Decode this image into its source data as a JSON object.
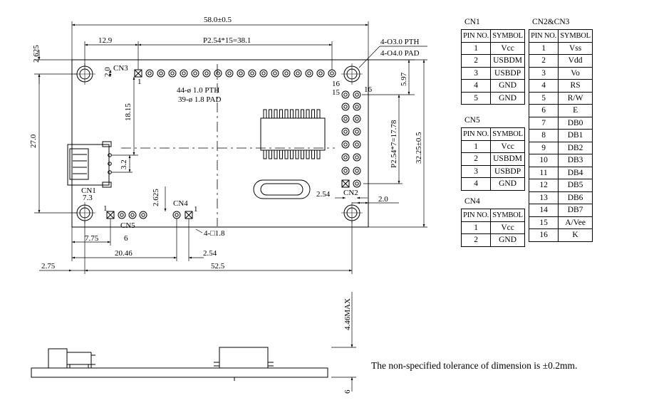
{
  "dims": {
    "overall_width": "58.0±0.5",
    "top_offset": "2.625",
    "hole_to_cn3": "12.9",
    "pitch_cn3": "P2.54*15=38.1",
    "pth_hole": "4-O3.0 PTH",
    "pad_hole": "4-O4.0 PAD",
    "cn3_gap": "2.0",
    "cn3_pth": "44-ø 1.0 PTH",
    "cn3_pad": "39-ø 1.8 PAD",
    "left_vertical": "18.15",
    "height": "27.0",
    "usb_pitch": "3.2",
    "right_top": "5.97",
    "cn2_pitch": "P2.54*7=17.78",
    "board_height": "32.25±0.5",
    "cn2_spacing": "2.54",
    "cn2_right": "2.0",
    "cn1_offset": "7.3",
    "cn4_vertical": "2.625",
    "cn4_pad": "4-□1.8",
    "d_7_75": "7.75",
    "d_6": "6",
    "d_20_46": "20.46",
    "d_2_54": "2.54",
    "d_2_75": "2.75",
    "d_52_5": "52.5",
    "max_height": "4.46MAX",
    "bottom_six": "6"
  },
  "labels": {
    "cn3": "CN3",
    "cn2": "CN2",
    "cn1": "CN1",
    "cn4": "CN4",
    "cn5": "CN5",
    "pin_1": "1",
    "pin_15": "15",
    "pin_16a": "16",
    "pin_16b": "16"
  },
  "tables": {
    "cn1": {
      "title": "CN1",
      "headers": [
        "PIN NO.",
        "SYMBOL"
      ],
      "rows": [
        [
          "1",
          "Vcc"
        ],
        [
          "2",
          "USBDM"
        ],
        [
          "3",
          "USBDP"
        ],
        [
          "4",
          "GND"
        ],
        [
          "5",
          "GND"
        ]
      ]
    },
    "cn5": {
      "title": "CN5",
      "headers": [
        "PIN NO.",
        "SYMBOL"
      ],
      "rows": [
        [
          "1",
          "Vcc"
        ],
        [
          "2",
          "USBDM"
        ],
        [
          "3",
          "USBDP"
        ],
        [
          "4",
          "GND"
        ]
      ]
    },
    "cn4": {
      "title": "CN4",
      "headers": [
        "PIN NO.",
        "SYMBOL"
      ],
      "rows": [
        [
          "1",
          "Vcc"
        ],
        [
          "2",
          "GND"
        ]
      ]
    },
    "cn23": {
      "title": "CN2&CN3",
      "headers": [
        "PIN NO.",
        "SYMBOL"
      ],
      "rows": [
        [
          "1",
          "Vss"
        ],
        [
          "2",
          "Vdd"
        ],
        [
          "3",
          "Vo"
        ],
        [
          "4",
          "RS"
        ],
        [
          "5",
          "R/W"
        ],
        [
          "6",
          "E"
        ],
        [
          "7",
          "DB0"
        ],
        [
          "8",
          "DB1"
        ],
        [
          "9",
          "DB2"
        ],
        [
          "10",
          "DB3"
        ],
        [
          "11",
          "DB4"
        ],
        [
          "12",
          "DB5"
        ],
        [
          "13",
          "DB6"
        ],
        [
          "14",
          "DB7"
        ],
        [
          "15",
          "A/Vee"
        ],
        [
          "16",
          "K"
        ]
      ]
    }
  },
  "note": "The non-specified tolerance of dimension is ±0.2mm."
}
